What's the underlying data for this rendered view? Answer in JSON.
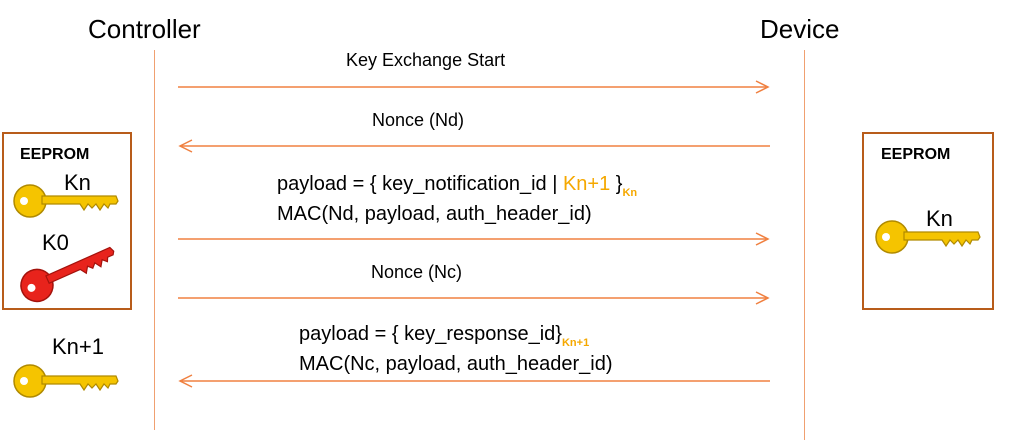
{
  "actors": {
    "controller": "Controller",
    "device": "Device"
  },
  "messages": [
    {
      "direction": "to-device",
      "label": "Key Exchange Start"
    },
    {
      "direction": "to-controller",
      "label": "Nonce (Nd)"
    },
    {
      "direction": "to-device",
      "payload_prefix": "payload = { key_notification_id | ",
      "payload_key": "Kn+1",
      "payload_suffix": " }",
      "payload_subscript": "Kn",
      "mac": "MAC(Nd, payload, auth_header_id)"
    },
    {
      "direction": "to-device",
      "label": "Nonce (Nc)"
    },
    {
      "direction": "to-controller",
      "payload_prefix": "payload = { key_response_id}",
      "payload_subscript": "Kn+1",
      "mac": "MAC(Nc, payload, auth_header_id)"
    }
  ],
  "controller_storage": {
    "title": "EEPROM",
    "keys": [
      {
        "label": "Kn",
        "color": "#f5c400"
      },
      {
        "label": "K0",
        "color": "#e8231c"
      }
    ],
    "new_key": {
      "label": "Kn+1",
      "color": "#f5c400"
    }
  },
  "device_storage": {
    "title": "EEPROM",
    "keys": [
      {
        "label": "Kn",
        "color": "#f5c400"
      }
    ]
  },
  "colors": {
    "arrow": "#f08040",
    "box_border": "#b85c1a",
    "highlight": "#f5a800"
  }
}
